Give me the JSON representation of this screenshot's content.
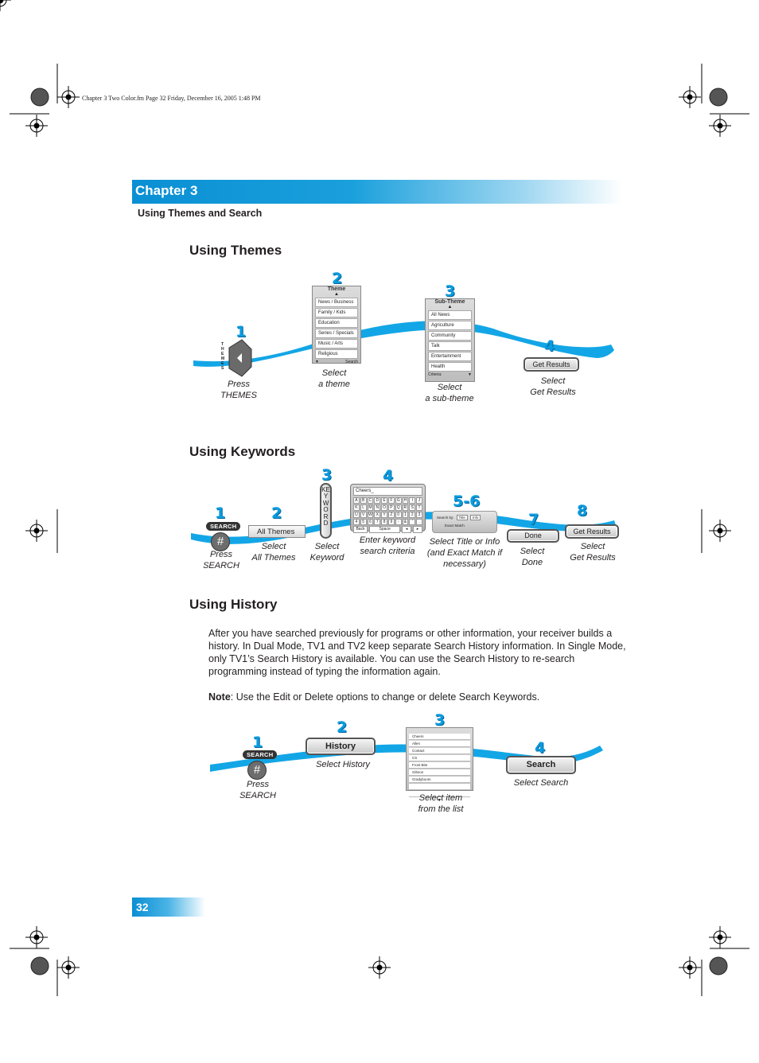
{
  "print_header": "Chapter 3 Two Color.fm  Page 32  Friday, December 16, 2005  1:48 PM",
  "chapter_label": "Chapter 3",
  "section_subtitle": "Using Themes and Search",
  "themes": {
    "heading": "Using Themes",
    "steps": [
      "1",
      "2",
      "3",
      "4"
    ],
    "themes_key_label": "THEMES",
    "theme_menu": {
      "title": "Theme",
      "items": [
        "News / Business",
        "Family / Kids",
        "Education",
        "Series / Specials",
        "Music / Arts",
        "Religious"
      ],
      "footer": "Search"
    },
    "subtheme_menu": {
      "title": "Sub-Theme",
      "items": [
        "All News",
        "Agriculture",
        "Community",
        "Talk",
        "Entertainment",
        "Health"
      ],
      "footer": "Criteria:"
    },
    "get_results": "Get Results",
    "captions": [
      "Press\nTHEMES",
      "Select\na theme",
      "Select\na sub-theme",
      "Select\nGet Results"
    ]
  },
  "keywords": {
    "heading": "Using Keywords",
    "steps": [
      "1",
      "2",
      "3",
      "4",
      "5-6",
      "7",
      "8"
    ],
    "search_badge": "SEARCH",
    "hash": "#",
    "all_themes": "All Themes",
    "keyword_letters": "KEYWORD",
    "keyboard_entry": "Cheers_",
    "keyboard_rows": [
      [
        "A",
        "B",
        "C",
        "D",
        "E",
        "F",
        "G",
        "H",
        "I",
        "J"
      ],
      [
        "K",
        "L",
        "M",
        "N",
        "O",
        "P",
        "Q",
        "R",
        "S",
        "T"
      ],
      [
        "U",
        "V",
        "W",
        "X",
        "Y",
        "Z",
        "0",
        "1",
        "2",
        "3"
      ],
      [
        "4",
        "5",
        "6",
        "7",
        "8",
        "9",
        "-",
        "&",
        "'",
        "."
      ]
    ],
    "keyboard_bottom": [
      "Back",
      "Space",
      "◂",
      "▸"
    ],
    "search_by_label": "Search by:",
    "search_by_options": [
      "Title",
      "Info"
    ],
    "exact_match": "Exact Match",
    "done": "Done",
    "get_results": "Get Results",
    "captions": [
      "Press\nSEARCH",
      "Select\nAll Themes",
      "Select\nKeyword",
      "Enter keyword\nsearch criteria",
      "Select Title or Info\n(and Exact Match if\nnecessary)",
      "Select\nDone",
      "Select\nGet Results"
    ]
  },
  "history": {
    "heading": "Using History",
    "paragraph": "After you have searched previously for programs or other information, your receiver builds a history. In Dual Mode, TV1 and TV2 keep separate Search History information. In Single Mode, only TV1’s Search History is available. You can use the Search History to re-search programming instead of typing the information again.",
    "note_label": "Note",
    "note_text": ": Use the Edit or Delete options to change or delete Search Keywords.",
    "steps": [
      "1",
      "2",
      "3",
      "4"
    ],
    "search_badge": "SEARCH",
    "hash": "#",
    "history_button": "History",
    "list_items": [
      "Cheers",
      "Allen",
      "Contact",
      "CS",
      "Frost Bite",
      "Gibson",
      "Gradyboom"
    ],
    "search_button": "Search",
    "captions": [
      "Press\nSEARCH",
      "Select History",
      "Select item\nfrom the list",
      "Select Search"
    ]
  },
  "page_number": "32",
  "colors": {
    "accent": "#0a9be0",
    "ribbon": "#13a6e6",
    "dark": "#231f20"
  }
}
